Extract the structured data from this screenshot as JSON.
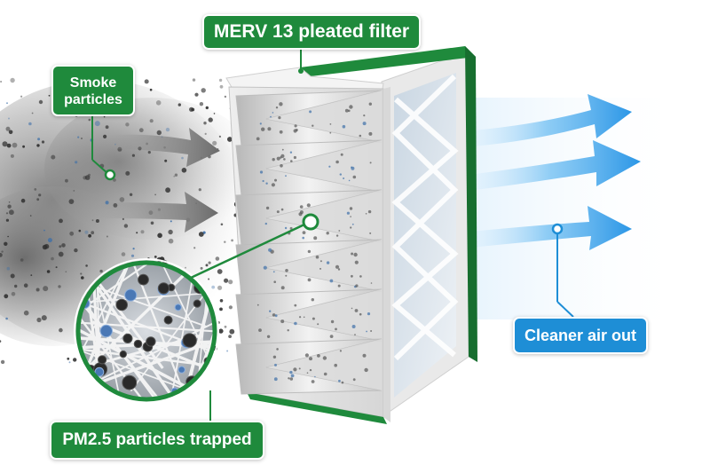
{
  "labels": {
    "filter": "MERV 13 pleated filter",
    "smoke": "Smoke particles",
    "clean_air": "Cleaner air out",
    "trapped": "PM2.5 particles trapped"
  },
  "icons": [
    "smoke-cloud",
    "input-arrow",
    "output-arrow",
    "pleated-filter",
    "magnifier-circle",
    "particle-dot"
  ],
  "colors": {
    "label_green": "#1f8a3c",
    "label_blue": "#1e8ed6",
    "frame_green": "#1f8a3c",
    "smoke_grey": "#6e6e6e",
    "particle_blue": "#3d6fa8",
    "air_blue": "#3aa0e8"
  }
}
